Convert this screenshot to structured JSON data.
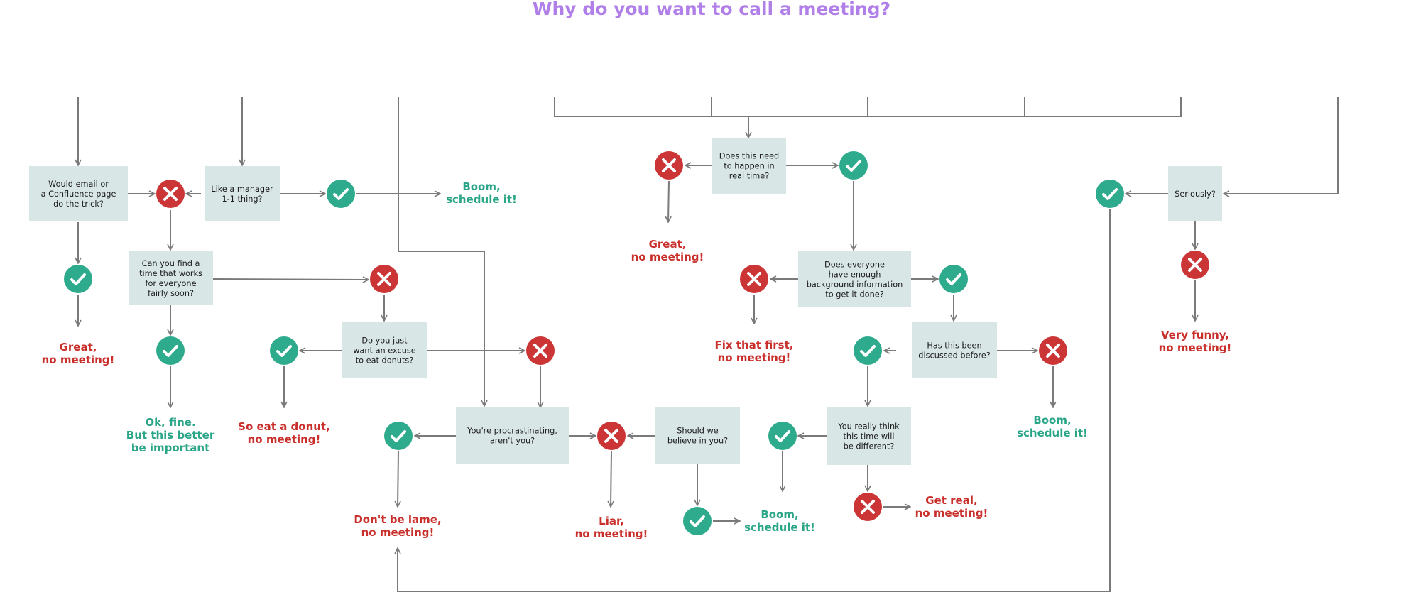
{
  "title": "Why do you want to call a meeting?",
  "colors": {
    "title": "#b07fe8",
    "box": "#d8e6e6",
    "yes": "#2eab8c",
    "no": "#cc3536",
    "line": "#7a7a7a",
    "text_yes": "#2aa587",
    "text_no": "#c9302c"
  },
  "questions": {
    "email": [
      "Would email or",
      "a Confluence page",
      "do the trick?"
    ],
    "manager": [
      "Like a manager",
      "1-1 thing?"
    ],
    "find_time": [
      "Can you find a",
      "time that works",
      "for everyone",
      "fairly soon?"
    ],
    "donuts": [
      "Do you just",
      "want an excuse",
      "to eat donuts?"
    ],
    "procrastinating": [
      "You're procrastinating,",
      "aren't you?"
    ],
    "believe": [
      "Should we",
      "believe in you?"
    ],
    "realtime": [
      "Does this need",
      "to happen in",
      "real time?"
    ],
    "background": [
      "Does everyone",
      "have enough",
      "background information",
      "to get it done?"
    ],
    "discussed": [
      "Has this been",
      "discussed before?"
    ],
    "different": [
      "You really think",
      "this time will",
      "be different?"
    ],
    "seriously": [
      "Seriously?"
    ]
  },
  "outcomes": {
    "boom_1": [
      "Boom,",
      "schedule it!"
    ],
    "great_1": [
      "Great,",
      "no meeting!"
    ],
    "ok_fine": [
      "Ok, fine.",
      "But this better",
      "be important"
    ],
    "donut": [
      "So eat a donut,",
      "no meeting!"
    ],
    "lame": [
      "Don't be lame,",
      "no meeting!"
    ],
    "liar": [
      "Liar,",
      "no meeting!"
    ],
    "boom_2": [
      "Boom,",
      "schedule it!"
    ],
    "great_2": [
      "Great,",
      "no meeting!"
    ],
    "fix": [
      "Fix that first,",
      "no meeting!"
    ],
    "boom_3": [
      "Boom,",
      "schedule it!"
    ],
    "get_real": [
      "Get real,",
      "no meeting!"
    ],
    "funny": [
      "Very funny,",
      "no meeting!"
    ]
  }
}
